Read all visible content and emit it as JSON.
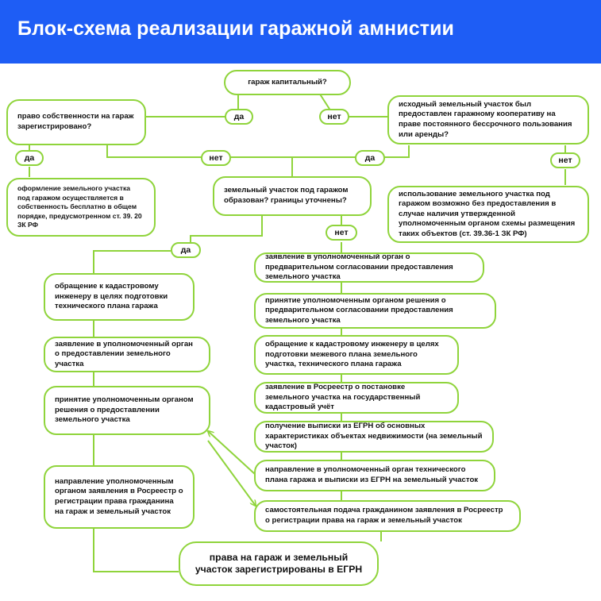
{
  "header": {
    "title": "Блок-схема реализации гаражной амнистии",
    "background": "#1e5df5"
  },
  "colors": {
    "accent": "#8fd43b"
  },
  "boxes": {
    "q_capital": "гараж капитальный?",
    "q_ownership": "право собственности на гараж зарегистрировано?",
    "q_land_provided": "исходный земельный участок был предоставлен гаражному кооперативу на праве постоянного бессрочного пользования или аренды?",
    "free_registration": "оформление земельного участка под гаражом осуществляется в собственность бесплатно в общем порядке, предусмотренном ст. 39. 20 ЗК РФ",
    "q_land_formed": "земельный участок под гаражом образован? границы уточнены?",
    "land_use_no_provision": "использование земельного участка под гаражом возможно без предоставления в случае наличия утвержденной уполномоченным органом схемы размещения таких объектов (ст. 39.36-1 ЗК РФ)",
    "left_step1": "обращение к кадастровому инженеру в целях подготовки технического плана гаража",
    "left_step2": "заявление в уполномоченный орган о предоставлении земельного участка",
    "left_step3": "принятие уполномоченным органом решения о предоставлении земельного участка",
    "left_step4": "направление уполномоченным органом заявления в Росреестр о регистрации права гражданина на гараж и земельный участок",
    "right_step1": "заявление в уполномоченный орган о предварительном согласовании предоставления земельного участка",
    "right_step2": "принятие уполномоченным органом решения о предварительном согласовании предоставления земельного участка",
    "right_step3": "обращение к кадастровому инженеру в целях подготовки межевого плана земельного участка, технического плана гаража",
    "right_step4": "заявление в Росреестр о постановке земельного участка на государственный кадастровый учёт",
    "right_step5": "получение выписки из ЕГРН об основных характеристиках объектах недвижимости (на земельный участок)",
    "right_step6": "направление в уполномоченный орган технического плана гаража и выписки из ЕГРН на земельный участок",
    "right_step7": "самостоятельная подача гражданином заявления в Росреестр о регистрации права на гараж и земельный участок",
    "final": "права на гараж и земельный участок зарегистрированы в ЕГРН"
  },
  "labels": {
    "yes": "да",
    "no": "нет"
  }
}
